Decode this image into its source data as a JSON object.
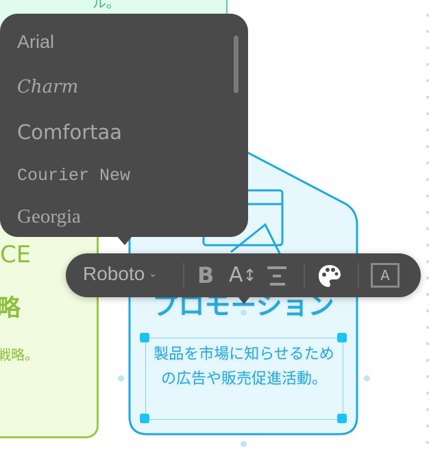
{
  "canvas": {
    "mint_card_text": "ル。",
    "green_card": {
      "heading_fragment": "CE",
      "title_fragment": "略",
      "body_fragment": "戦略。"
    },
    "blue_card": {
      "title": "プロモーション",
      "description": "製品を市場に知らせるための広告や販売促進活動。"
    }
  },
  "font_menu": {
    "items": [
      "Arial",
      "Charm",
      "Comfortaa",
      "Courier New",
      "Georgia"
    ]
  },
  "toolbar": {
    "font_name": "Roboto",
    "bold_label": "B",
    "size_label": "A",
    "align_icon": "align-icon",
    "color_icon": "palette-icon",
    "textbox_label": "A"
  },
  "colors": {
    "accent": "#1ac2f5",
    "toolbar_bg": "#4a4a4a",
    "blue": "#29a9d8",
    "green": "#9cc84a"
  }
}
